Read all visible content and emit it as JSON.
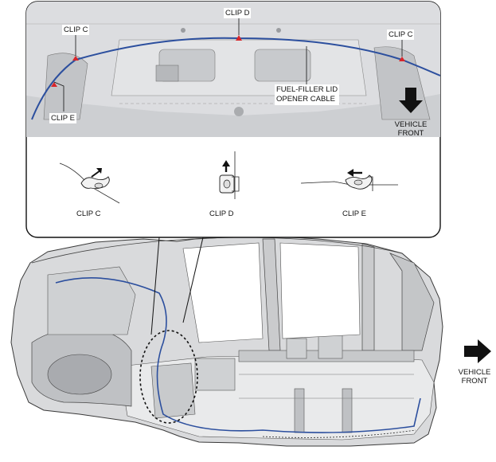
{
  "callout_labels": {
    "clip_d_top": "CLIP D",
    "clip_c_left": "CLIP C",
    "clip_c_right": "CLIP C",
    "clip_e_top": "CLIP E",
    "cable_line1": "FUEL-FILLER LID",
    "cable_line2": "OPENER CABLE"
  },
  "direction_top": {
    "line1": "VEHICLE",
    "line2": "FRONT"
  },
  "direction_main": {
    "line1": "VEHICLE",
    "line2": "FRONT"
  },
  "detail_captions": {
    "clip_c": "CLIP C",
    "clip_d": "CLIP D",
    "clip_e": "CLIP E"
  },
  "colors": {
    "cable": "#2c4f9e",
    "clip_marker": "#d8262b",
    "body_fill": "#d9dadc",
    "body_stroke": "#3a3a3a",
    "arrow": "#111111"
  }
}
